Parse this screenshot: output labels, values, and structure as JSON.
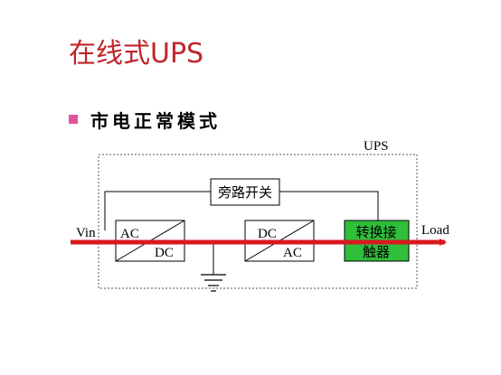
{
  "slide": {
    "title": "在线式UPS",
    "subtitle": "市电正常模式"
  },
  "diagram": {
    "ups_label": "UPS",
    "vin_label": "Vin",
    "load_label": "Load",
    "bypass_label": "旁路开关",
    "rectifier": {
      "top": "AC",
      "bottom": "DC"
    },
    "inverter": {
      "top": "DC",
      "bottom": "AC"
    },
    "contactor": {
      "line1": "转换接",
      "line2": "触器"
    },
    "colors": {
      "title": "#c0252a",
      "bullet": "#e0559a",
      "power_flow": "#d7191f",
      "contactor_fill": "#2fbf3b",
      "ups_border": "#555555"
    }
  }
}
